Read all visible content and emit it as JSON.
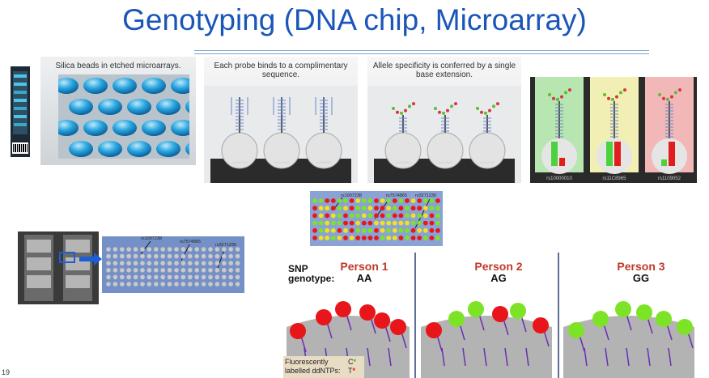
{
  "slide": {
    "title": "Genotyping (DNA chip, Microarray)",
    "page_number": "19"
  },
  "panels": {
    "beads_caption": "Silica beads in etched microarrays.",
    "probe_caption": "Each probe binds to a complimentary sequence.",
    "allele_caption": "Allele specificity is conferred by a single base extension.",
    "rs_labels": [
      "rs10000010",
      "rs11C8965",
      "rs1109052"
    ]
  },
  "array_labels": [
    "rs1007238",
    "rs7574865",
    "rs3271230"
  ],
  "snp": {
    "snp_label": "SNP",
    "genotype_label": "genotype:",
    "persons": [
      {
        "name": "Person 1",
        "genotype": "AA"
      },
      {
        "name": "Person 2",
        "genotype": "AG"
      },
      {
        "name": "Person 3",
        "genotype": "GG"
      }
    ],
    "legend_line1": "Fluorescently",
    "legend_line2": "labelled ddNTPs:",
    "legend_c": "C",
    "legend_t": "T",
    "star": "*"
  },
  "colors": {
    "title": "#1a56b8",
    "person": "#c0392b",
    "red_dot": "#e8151b",
    "green_dot": "#7de326",
    "yellow_dot": "#f2e21c"
  }
}
